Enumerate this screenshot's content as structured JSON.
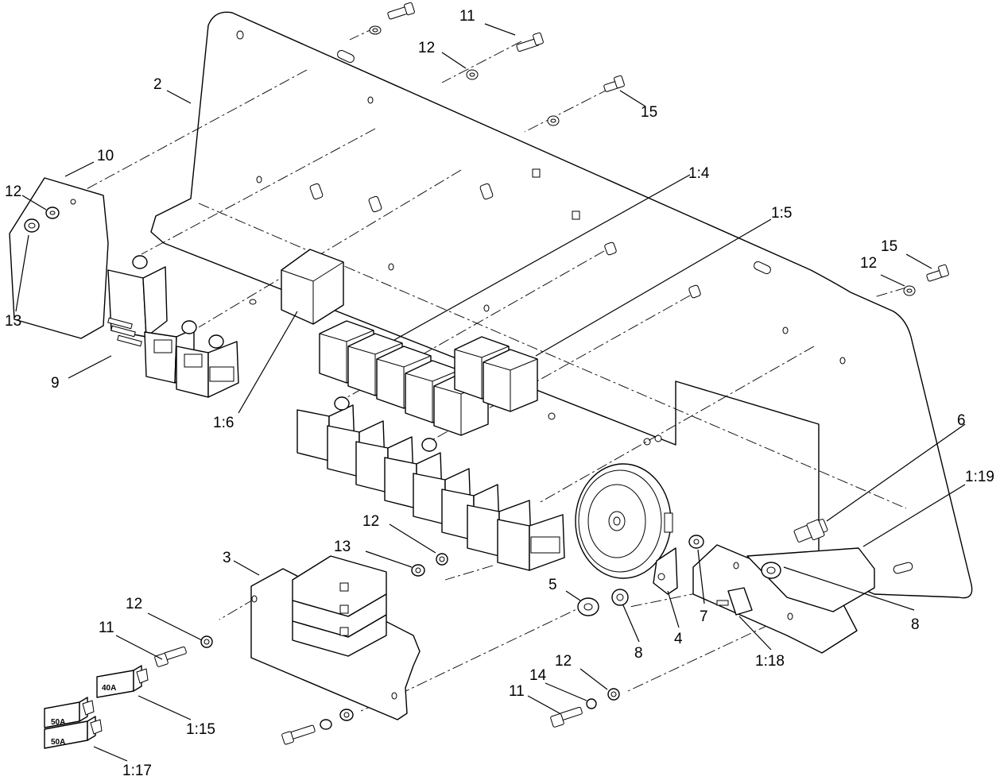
{
  "callouts": [
    {
      "id": "c-11-top",
      "label": "11"
    },
    {
      "id": "c-12-top",
      "label": "12"
    },
    {
      "id": "c-15-top",
      "label": "15"
    },
    {
      "id": "c-2",
      "label": "2"
    },
    {
      "id": "c-10",
      "label": "10"
    },
    {
      "id": "c-12-left",
      "label": "12"
    },
    {
      "id": "c-13-left",
      "label": "13"
    },
    {
      "id": "c-9",
      "label": "9"
    },
    {
      "id": "c-1-6",
      "label": "1:6"
    },
    {
      "id": "c-1-4",
      "label": "1:4"
    },
    {
      "id": "c-1-5",
      "label": "1:5"
    },
    {
      "id": "c-15-right",
      "label": "15"
    },
    {
      "id": "c-12-right",
      "label": "12"
    },
    {
      "id": "c-6",
      "label": "6"
    },
    {
      "id": "c-1-19",
      "label": "1:19"
    },
    {
      "id": "c-8-right",
      "label": "8"
    },
    {
      "id": "c-12-mid",
      "label": "12"
    },
    {
      "id": "c-13-mid",
      "label": "13"
    },
    {
      "id": "c-3",
      "label": "3"
    },
    {
      "id": "c-5",
      "label": "5"
    },
    {
      "id": "c-8-mid",
      "label": "8"
    },
    {
      "id": "c-4",
      "label": "4"
    },
    {
      "id": "c-7",
      "label": "7"
    },
    {
      "id": "c-1-18",
      "label": "1:18"
    },
    {
      "id": "c-12-bl",
      "label": "12"
    },
    {
      "id": "c-11-bl",
      "label": "11"
    },
    {
      "id": "c-1-15",
      "label": "1:15"
    },
    {
      "id": "c-1-17",
      "label": "1:17"
    },
    {
      "id": "c-12-bm",
      "label": "12"
    },
    {
      "id": "c-14-bm",
      "label": "14"
    },
    {
      "id": "c-11-bm",
      "label": "11"
    }
  ],
  "fuses": {
    "fuse_40": "40A",
    "fuse_50_top": "50A",
    "fuse_50_bottom": "50A"
  }
}
